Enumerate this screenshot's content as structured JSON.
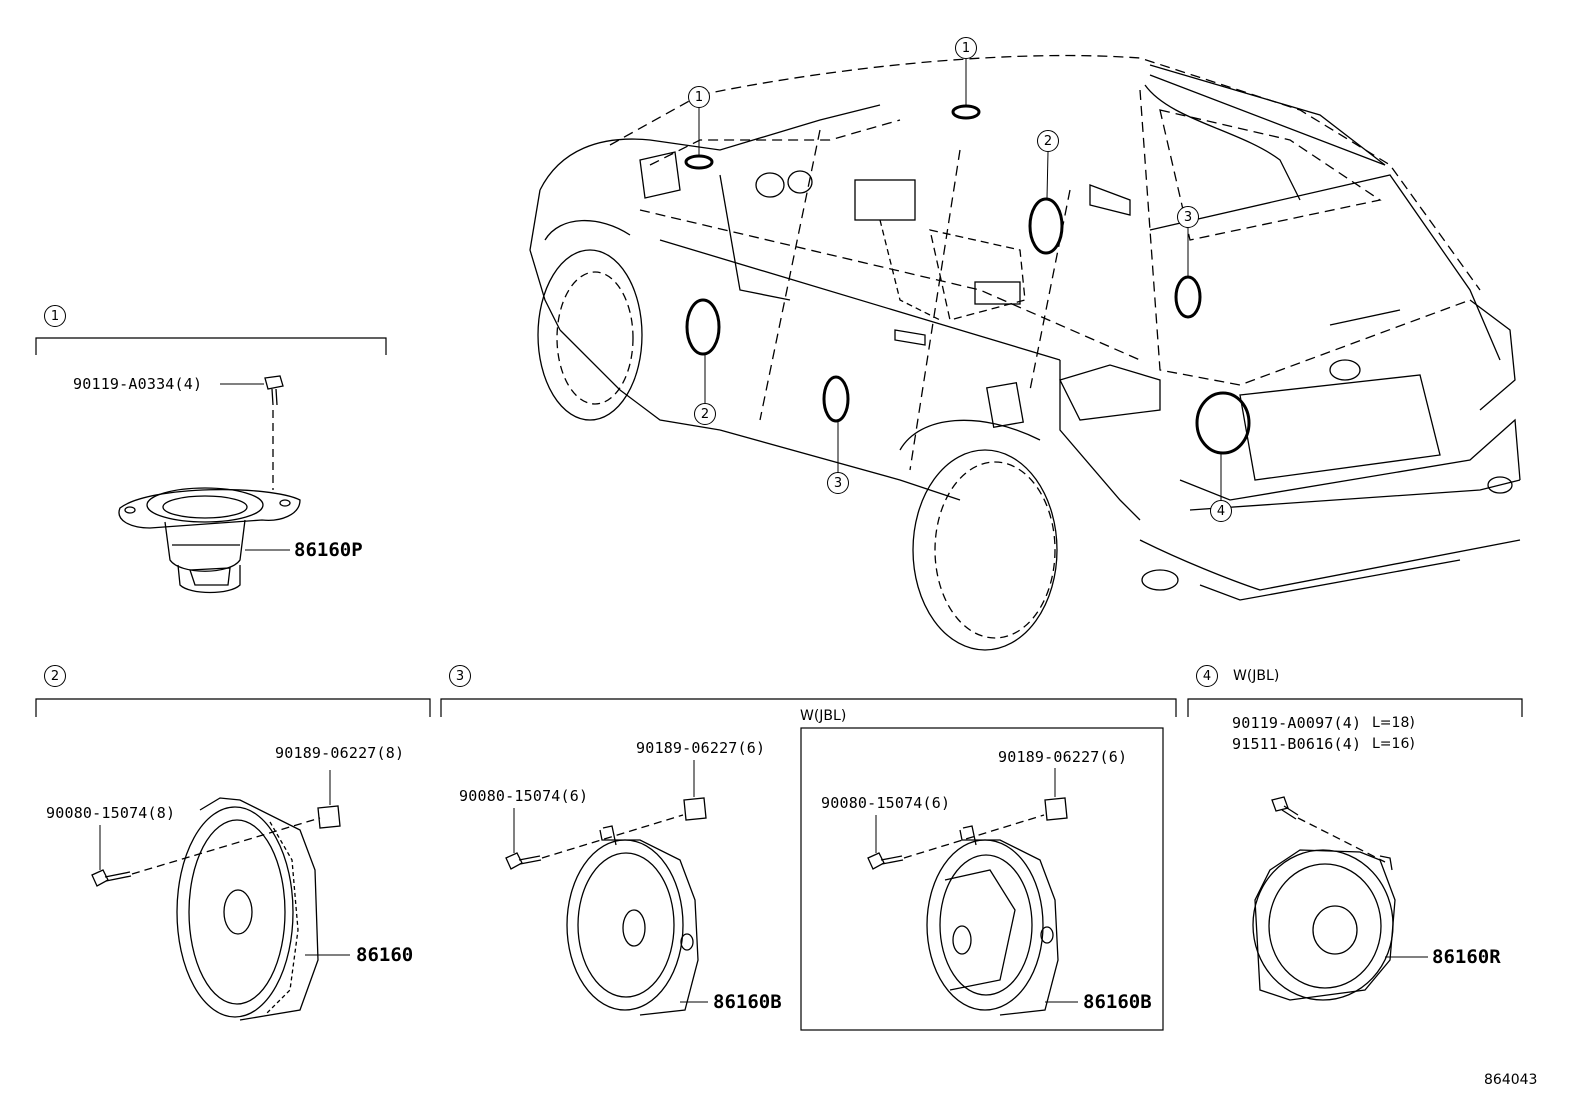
{
  "figure_code": "864043",
  "callouts": {
    "c1": "1",
    "c2": "2",
    "c3": "3",
    "c4": "4"
  },
  "section1": {
    "number": "1",
    "bolt": "90119-A0334(4)",
    "speaker": "86160P"
  },
  "section2": {
    "number": "2",
    "screw": "90080-15074(8)",
    "nut": "90189-06227(8)",
    "speaker": "86160"
  },
  "section3": {
    "number": "3",
    "variant_label": "W(JBL)",
    "screw": "90080-15074(6)",
    "nut": "90189-06227(6)",
    "speaker": "86160B",
    "jbl_screw": "90080-15074(6)",
    "jbl_nut": "90189-06227(6)",
    "jbl_speaker": "86160B"
  },
  "section4": {
    "number": "4",
    "variant_label": "W(JBL)",
    "bolt1": "90119-A0097(4)",
    "bolt1_note": "L=18)",
    "bolt2": "91511-B0616(4)",
    "bolt2_note": "L=16)",
    "speaker": "86160R"
  }
}
